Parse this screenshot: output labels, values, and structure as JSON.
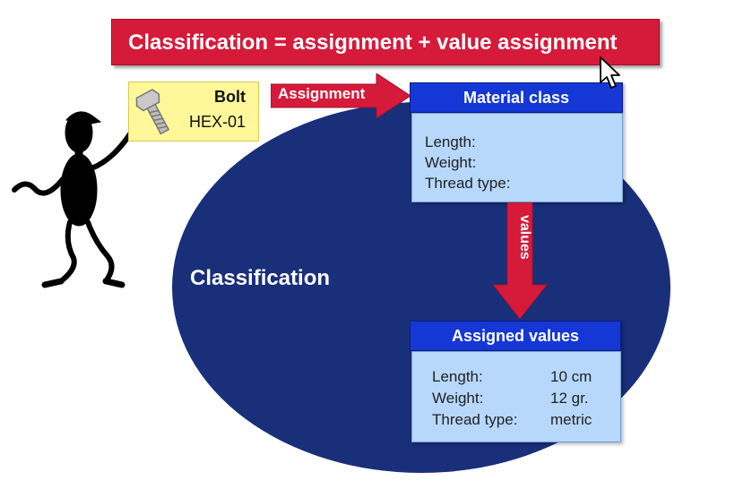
{
  "title": "Classification = assignment + value assignment",
  "object": {
    "name": "Bolt",
    "code": "HEX-01"
  },
  "assignment_label": "Assignment",
  "values_label": "values",
  "classification_label": "Classification",
  "material_class": {
    "header": "Material class",
    "fields": [
      "Length:",
      "Weight:",
      "Thread type:"
    ]
  },
  "assigned_values": {
    "header": "Assigned values",
    "rows": [
      {
        "label": "Length:",
        "value": "10 cm"
      },
      {
        "label": "Weight:",
        "value": "12 gr."
      },
      {
        "label": "Thread type:",
        "value": "metric"
      }
    ]
  },
  "colors": {
    "banner": "#d61a3a",
    "ellipse": "#1a2f7a",
    "header_blue": "#1437d6",
    "body_light_blue": "#b7d8fb",
    "note_yellow": "#fff79a"
  }
}
